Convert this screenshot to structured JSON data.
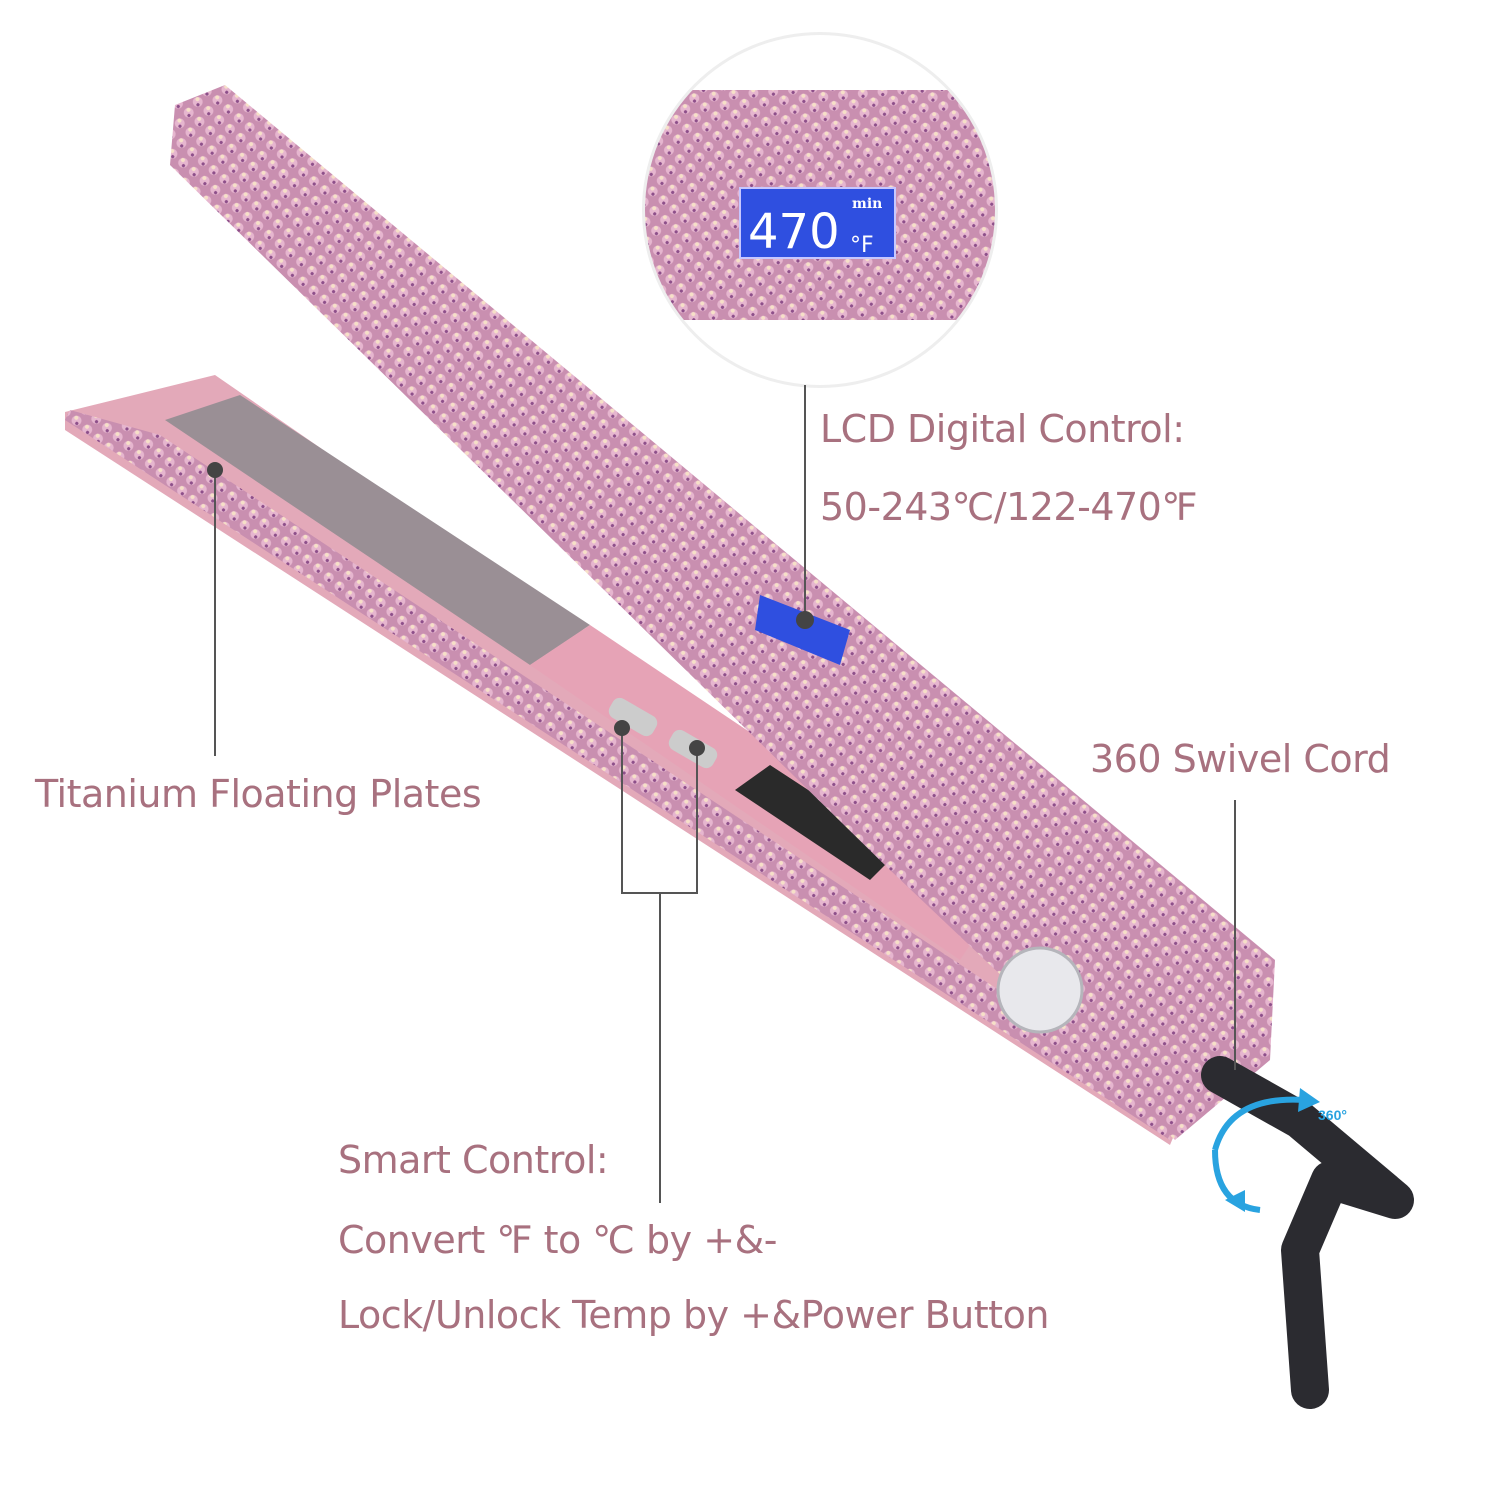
{
  "callouts": {
    "lcd_title": "LCD Digital Control:",
    "lcd_range": "50-243℃/122-470℉",
    "swivel": "360 Swivel Cord",
    "plates": "Titanium Floating Plates",
    "smart_title": "Smart Control:",
    "smart_line1": "Convert ℉ to ℃ by +&-",
    "smart_line2": "Lock/Unlock Temp by +&Power Button"
  },
  "lcd_display": {
    "temperature": "470",
    "unit": "°F",
    "mode": "min"
  },
  "swivel_badge": "360°",
  "colors": {
    "label_text": "#a8717f",
    "body_pink": "#d9a0b8",
    "lcd_blue": "#2f4fe0",
    "arrow_blue": "#29a3e0",
    "cord": "#2b2b30"
  }
}
